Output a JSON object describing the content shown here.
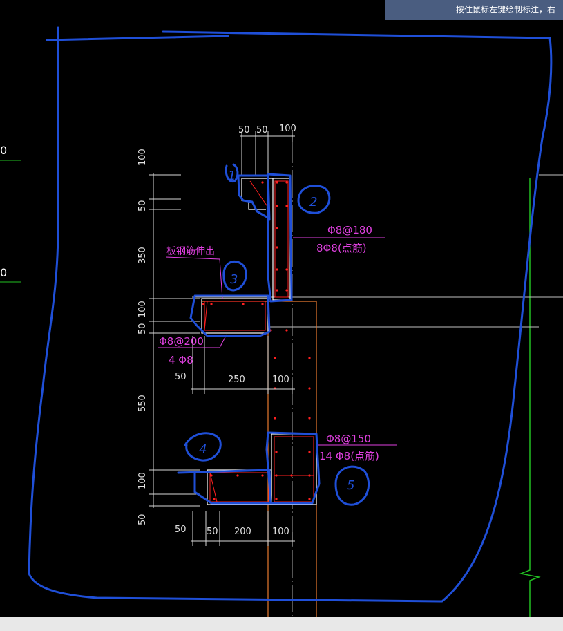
{
  "tooltip": {
    "text": "按住鼠标左键绘制标注，右"
  },
  "side_labels": [
    "0",
    "0"
  ],
  "dims": {
    "top": [
      "50",
      "50",
      "100"
    ],
    "left": [
      "100",
      "50",
      "350",
      "100",
      "50",
      "550",
      "100",
      "50"
    ],
    "mid_bottom": [
      "50",
      "250",
      "100"
    ],
    "bottom": [
      "50",
      "50",
      "200",
      "100"
    ]
  },
  "annotations": {
    "slab_rebar_note": "板钢筋伸出",
    "upper_stirrup": "Φ8@180",
    "upper_points": "8Φ8(点筋)",
    "mid_stirrup": "Φ8@200",
    "mid_points": "4 Φ8",
    "lower_stirrup": "Φ8@150",
    "lower_points": "14 Φ8(点筋)"
  },
  "markers": [
    "1",
    "2",
    "3",
    "4",
    "5"
  ],
  "colors": {
    "background": "#000000",
    "handwriting": "#1f4fd8",
    "annotation": "#e040e0",
    "rebar": "#ff2020",
    "outline": "#ffffff",
    "dimension": "#d8d8d8",
    "grid_green": "#22c022",
    "wall_orange": "#e87a30"
  }
}
